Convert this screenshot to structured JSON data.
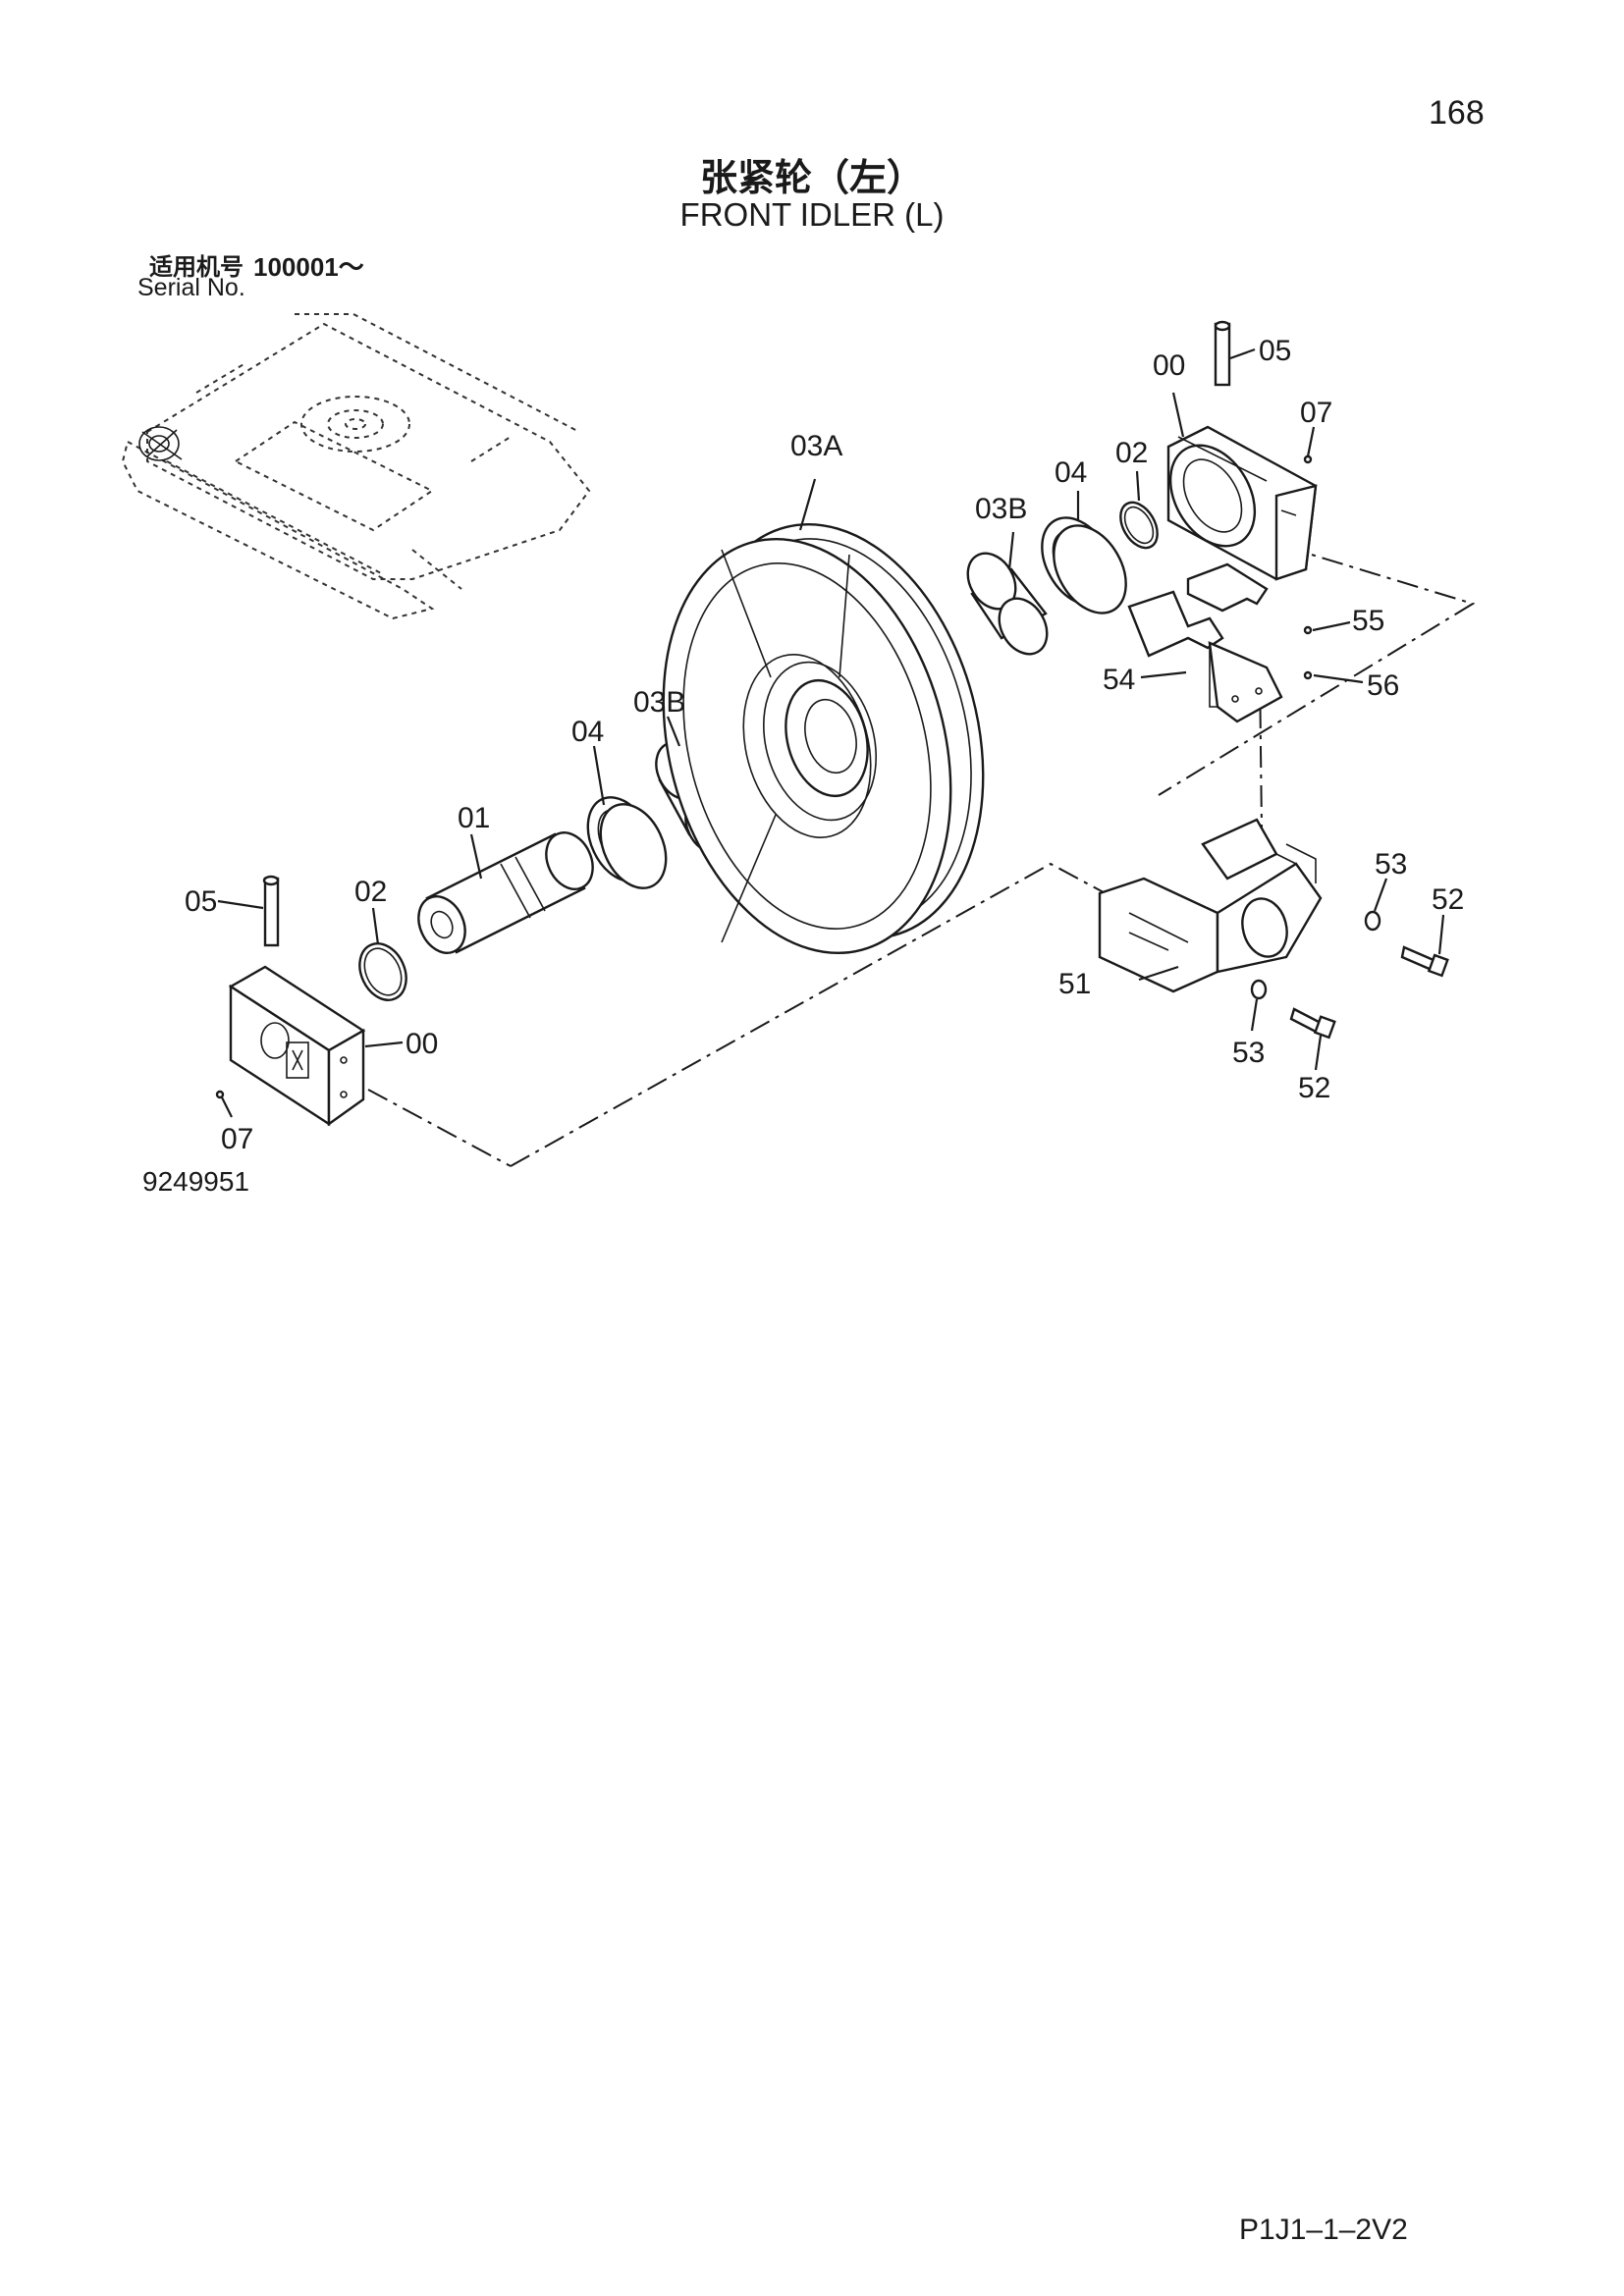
{
  "header": {
    "page_number": "168",
    "title_zh": "张紧轮（左）",
    "title_en": "FRONT IDLER (L)"
  },
  "serial": {
    "label_zh": "适用机号",
    "value": "100001～",
    "label_en": "Serial No."
  },
  "callouts": {
    "c05_top": "05",
    "c00_top": "00",
    "c07_top": "07",
    "c03A": "03A",
    "c04_top": "04",
    "c02_top": "02",
    "c03B_top": "03B",
    "c55": "55",
    "c56": "56",
    "c54": "54",
    "c04_mid": "04",
    "c03B_mid": "03B",
    "c01": "01",
    "c05_left": "05",
    "c02_left": "02",
    "c00_left": "00",
    "c07_left": "07",
    "c53_right": "53",
    "c52_right": "52",
    "c51": "51",
    "c53_bottom": "53",
    "c52_bottom": "52"
  },
  "footer": {
    "drawing_number": "9249951",
    "page_code": "P1J1–1–2V2"
  }
}
